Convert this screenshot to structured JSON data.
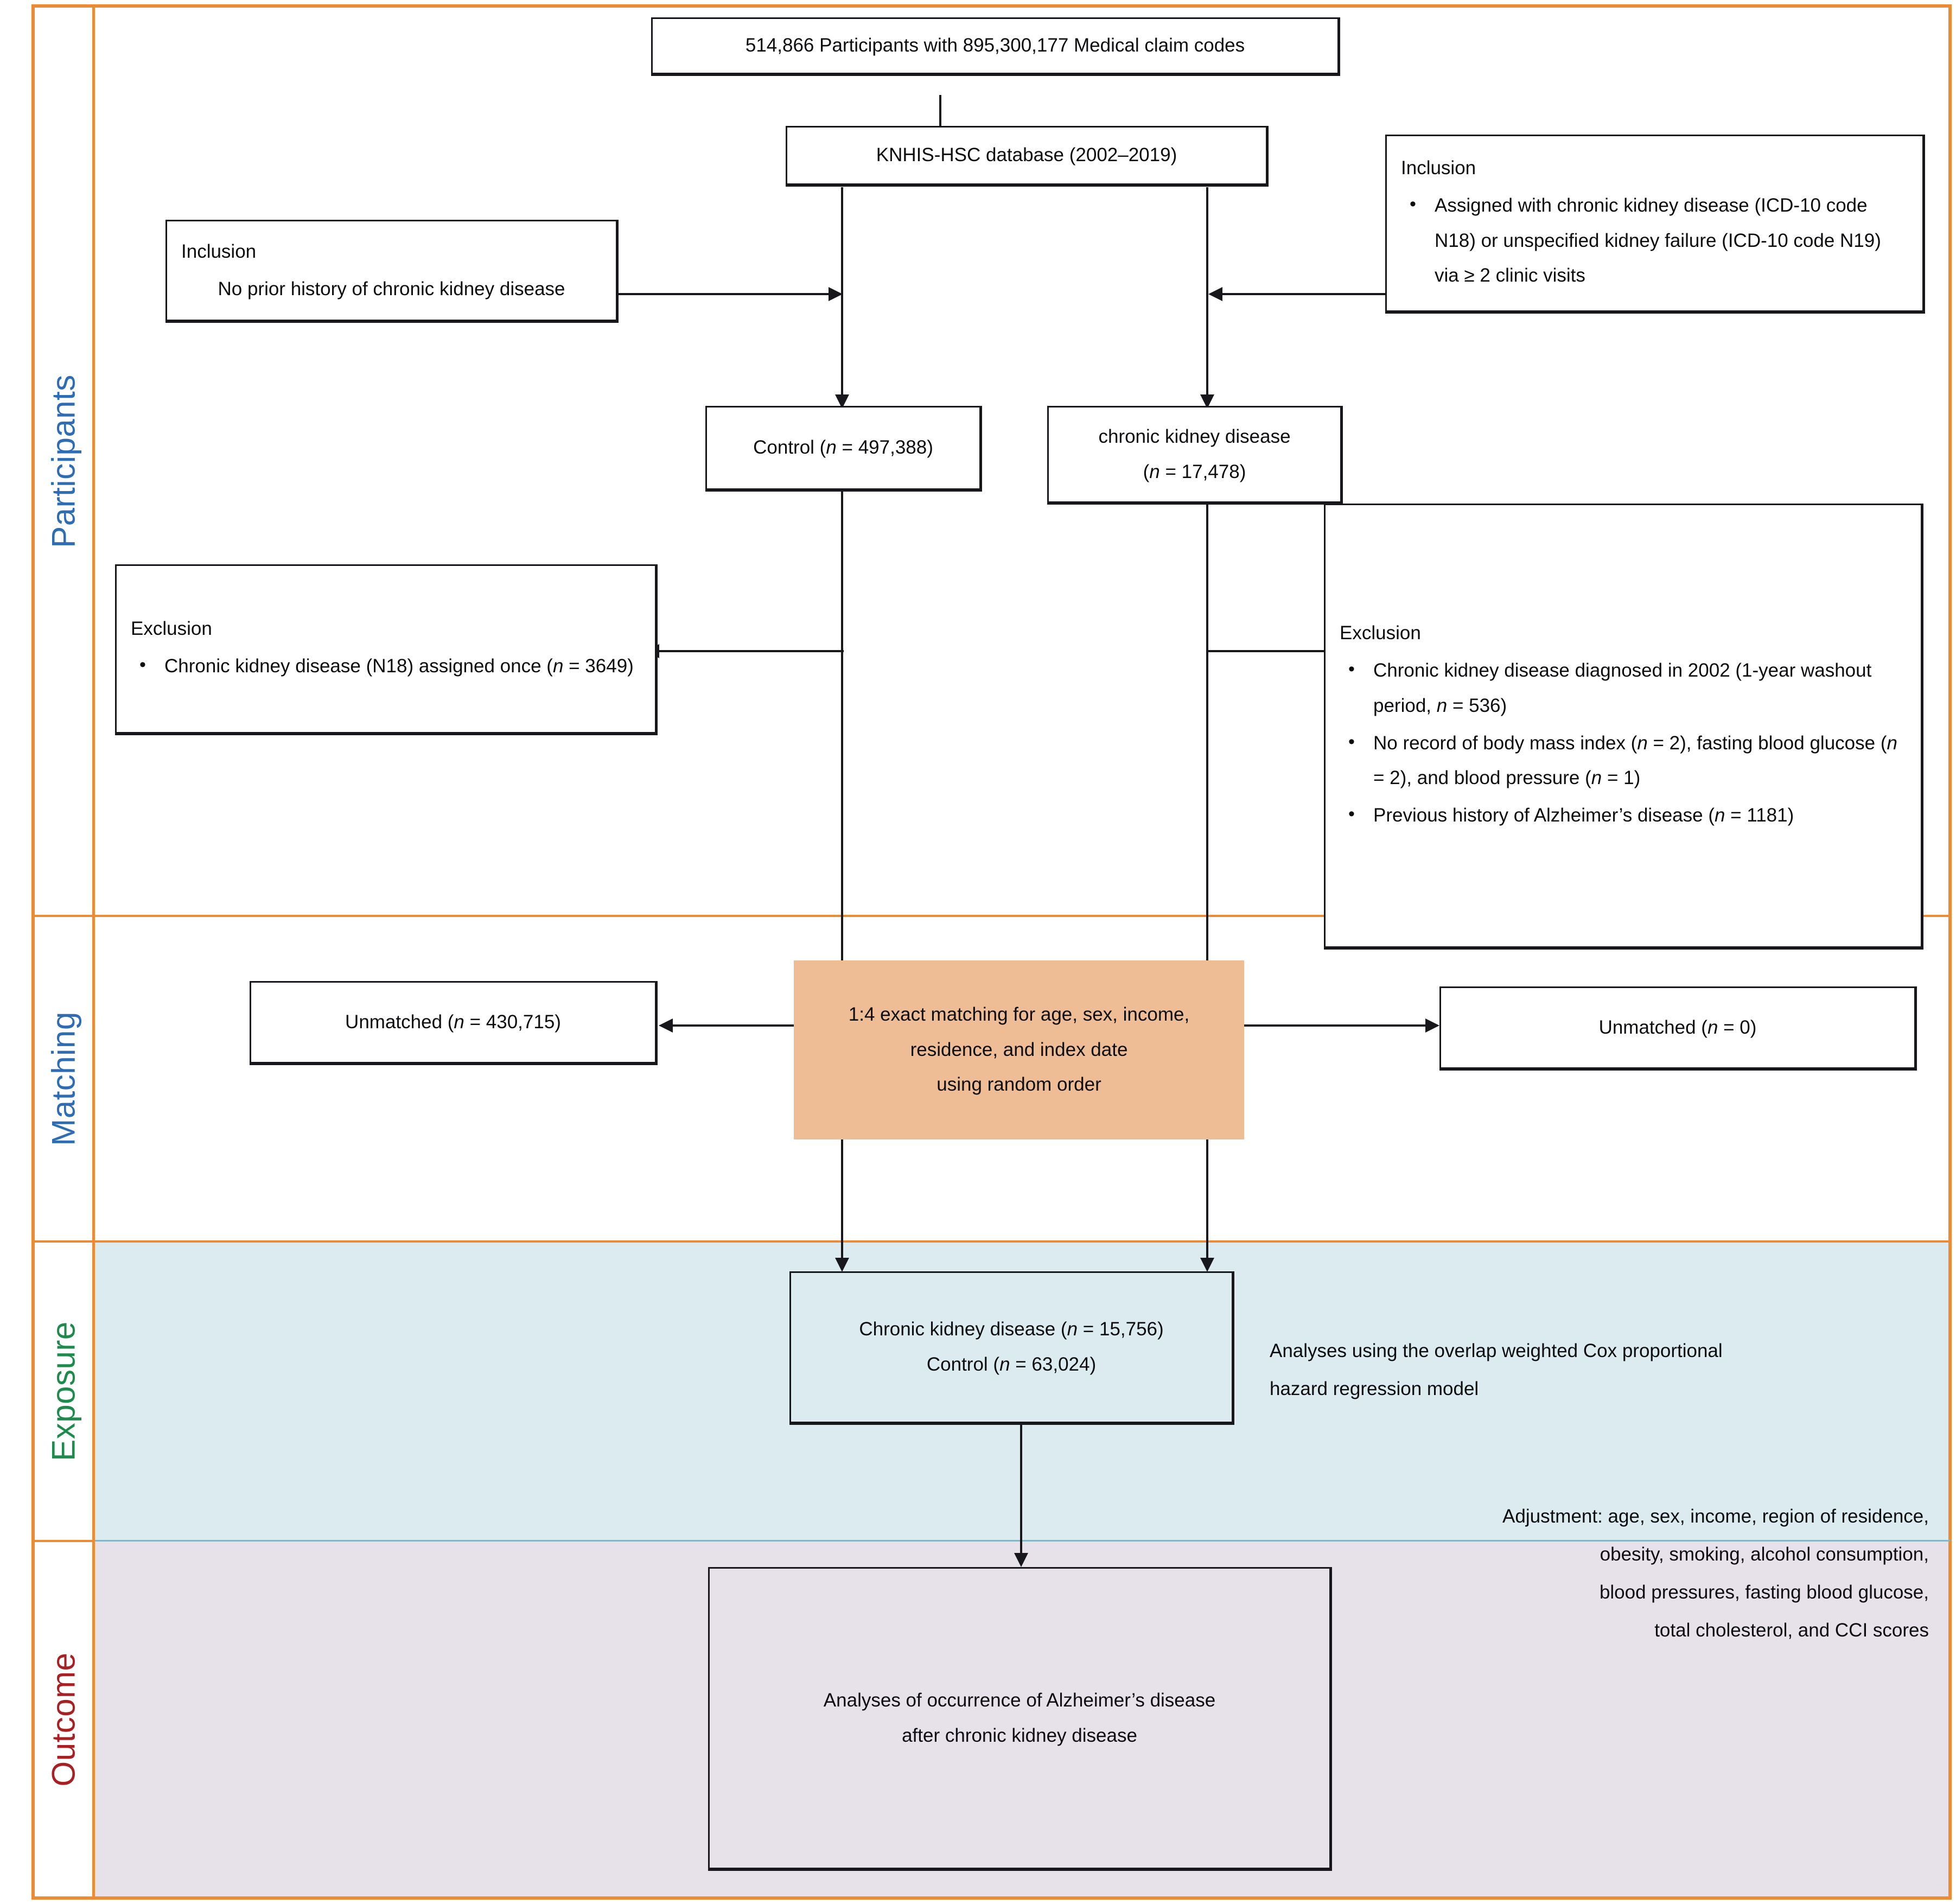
{
  "sections": [
    {
      "label": "Participants"
    },
    {
      "label": "Matching"
    },
    {
      "label": "Exposure"
    },
    {
      "label": "Outcome"
    }
  ],
  "colors": {
    "band_border": "#ED8A33",
    "participants_label": "#2E6DB4",
    "matching_label": "#2E6DB4",
    "exposure_label": "#1E8A4C",
    "outcome_label": "#A82024",
    "exposure_band_bg": "#DBEBEF",
    "outcome_band_bg": "#E7E1EA",
    "matching_box_bg": "#EEBD95",
    "box_border": "#17171c"
  },
  "nodes": {
    "source": {
      "text": "514,866 Participants with 895,300,177 Medical claim codes"
    },
    "database": {
      "text": "KNHIS-HSC database (2002–2019)"
    },
    "inclusion_left": {
      "header": "Inclusion",
      "body": "No prior history of chronic kidney disease"
    },
    "inclusion_right": {
      "header": "Inclusion",
      "bullets": [
        "Assigned with chronic kidney disease (ICD-10 code N18) or unspecified kidney failure (ICD-10 code N19) via ≥ 2 clinic visits"
      ]
    },
    "control": {
      "text": "Control (n = 497,388)"
    },
    "ckd": {
      "line1": "chronic kidney disease",
      "line2": "(n = 17,478)"
    },
    "exclusion_left": {
      "header": "Exclusion",
      "bullets": [
        "Chronic kidney disease (N18) assigned once (n = 3649)"
      ]
    },
    "exclusion_right": {
      "header": "Exclusion",
      "bullets": [
        "Chronic kidney disease diagnosed in 2002 (1-year washout period, n = 536)",
        "No record of  body mass index (n = 2), fasting blood glucose  (n = 2), and blood pressure (n  = 1)",
        "Previous history of Alzheimer’s disease (n = 1181)"
      ]
    },
    "matching_box": {
      "line1": "1:4 exact matching for age, sex, income,",
      "line2": "residence, and index date",
      "line3": "using random order"
    },
    "unmatched_left": {
      "text": "Unmatched (n = 430,715)"
    },
    "unmatched_right": {
      "text": "Unmatched (n = 0)"
    },
    "exposure_box": {
      "line1": "Chronic kidney disease (n = 15,756)",
      "line2": "Control (n = 63,024)"
    },
    "exposure_note": {
      "line1": "Analyses using the overlap weighted Cox proportional",
      "line2": "hazard regression model"
    },
    "outcome_box": {
      "line1": "Analyses of occurrence of Alzheimer’s disease",
      "line2": "after chronic kidney disease"
    },
    "adjustment_note": {
      "line1": "Adjustment:  age, sex, income, region of residence,",
      "line2": "obesity, smoking, alcohol consumption,",
      "line3": "blood pressures, fasting blood glucose,",
      "line4": "total cholesterol, and CCI scores"
    }
  }
}
